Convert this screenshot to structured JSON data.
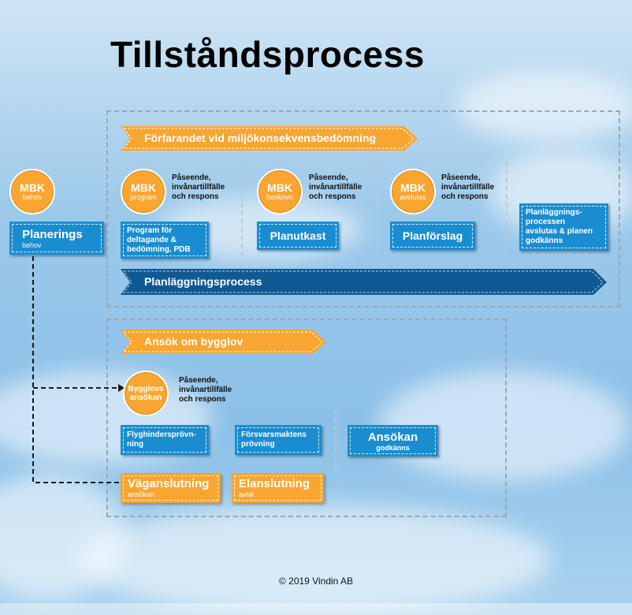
{
  "title": "Tillståndsprocess",
  "colors": {
    "orange": "#f8a531",
    "blue": "#1a8dd1",
    "dark_blue": "#0f5a94"
  },
  "banners": {
    "mkb": "Förfarandet vid miljökonsekvensbedömning",
    "planlaggning": "Planläggningsprocess",
    "bygglov": "Ansök om bygglov"
  },
  "left": {
    "circle": {
      "big": "MBK",
      "small": "behov"
    },
    "box": {
      "main": "Planerings",
      "sub": "behov"
    }
  },
  "stages": [
    {
      "circle_big": "MBK",
      "circle_small": "program",
      "note": [
        "Påseende,",
        "invånartillfälle",
        "och respons"
      ],
      "box": [
        "Program för",
        "deltagande &",
        "bedömning, PDB"
      ]
    },
    {
      "circle_big": "MBK",
      "circle_small": "beskrivn",
      "note": [
        "Påseende,",
        "invånartillfälle",
        "och respons"
      ],
      "box": [
        "Planutkast"
      ]
    },
    {
      "circle_big": "MBK",
      "circle_small": "avslutas",
      "note": [
        "Påseende,",
        "invånartillfälle",
        "och respons"
      ],
      "box": [
        "Planförslag"
      ]
    }
  ],
  "final_box": [
    "Planläggnings-",
    "processen",
    "avslutas & planen",
    "godkänns"
  ],
  "bygglov": {
    "circle": [
      "Bygglovs",
      "ansökan"
    ],
    "note": [
      "Påseende,",
      "invånartillfälle",
      "och respons"
    ],
    "flyg": [
      "Flyghindersprövn-",
      "ning"
    ],
    "forsvar": [
      "Försvarsmaktens",
      "prövning"
    ],
    "godkanns": {
      "main": "Ansökan",
      "sub": "godkänns"
    },
    "vag": {
      "main": "Väganslutning",
      "sub": "ansökan"
    },
    "el": {
      "main": "Elanslutning",
      "sub": "avtal"
    }
  },
  "footer": "© 2019 Vindin AB"
}
